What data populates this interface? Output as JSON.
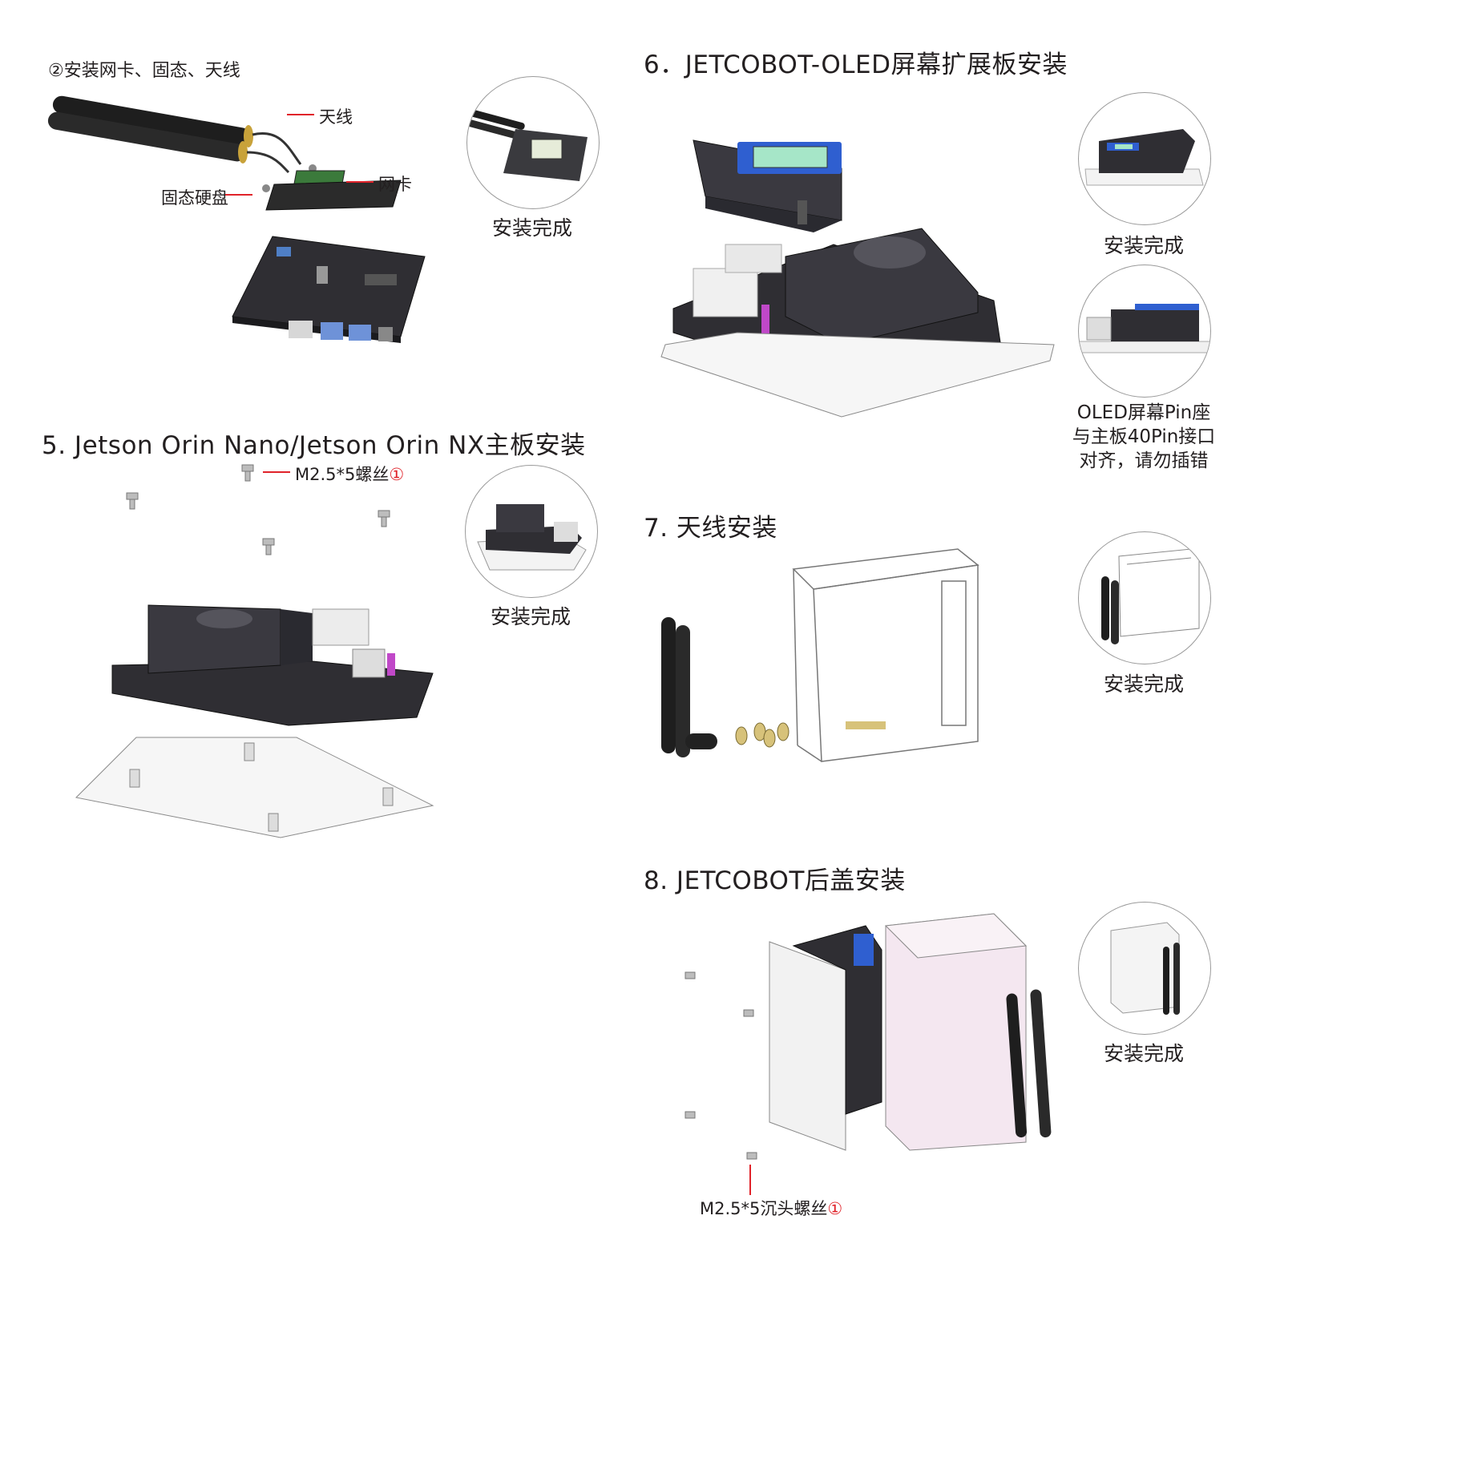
{
  "step4": {
    "subtitle": "②安装网卡、固态、天线",
    "labels": {
      "antenna": "天线",
      "wifi_card": "网卡",
      "ssd": "固态硬盘"
    },
    "done": "安装完成"
  },
  "step5": {
    "title": "5. Jetson Orin Nano/Jetson Orin NX主板安装",
    "screw_label": "M2.5*5螺丝",
    "screw_mark": "①",
    "done": "安装完成"
  },
  "step6": {
    "title": "6．JETCOBOT-OLED屏幕扩展板安装",
    "done": "安装完成",
    "note": [
      "OLED屏幕Pin座",
      "与主板40Pin接口",
      "对齐，请勿插错"
    ]
  },
  "step7": {
    "title": "7. 天线安装",
    "done": "安装完成"
  },
  "step8": {
    "title": "8. JETCOBOT后盖安装",
    "screw_label": "M2.5*5沉头螺丝",
    "screw_mark": "①",
    "done": "安装完成"
  },
  "colors": {
    "accent_red": "#e0232a",
    "board_dark": "#2f2e33",
    "heatsink": "#3a3940",
    "acrylic": "#f4f4f4",
    "pink_shell": "#f4e7f0"
  }
}
